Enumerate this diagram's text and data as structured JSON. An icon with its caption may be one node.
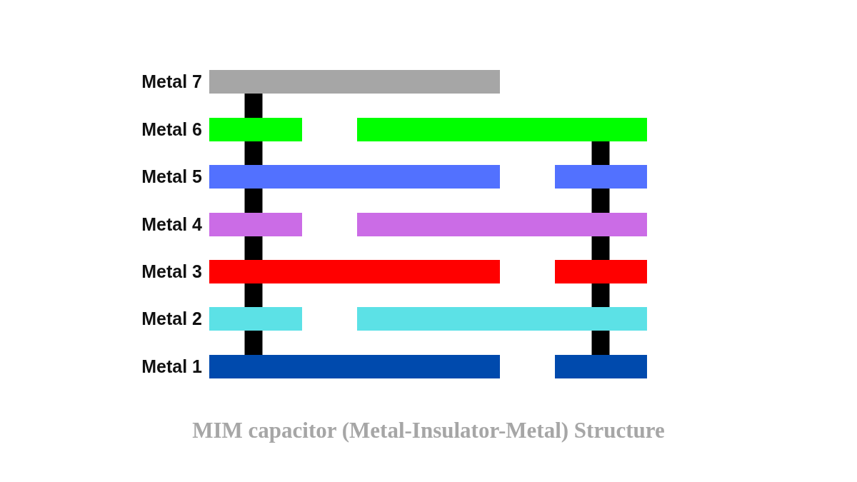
{
  "diagram": {
    "caption": "MIM capacitor (Metal-Insulator-Metal) Structure",
    "nodes": [
      {
        "text": [],
        "shape": "bar",
        "beside": [
          "Metal 7"
        ]
      },
      {
        "text": [],
        "shape": "bar",
        "beside": [
          "Metal 6"
        ]
      },
      {
        "text": [],
        "shape": "bar"
      },
      {
        "text": [],
        "shape": "bar",
        "beside": [
          "Metal 5"
        ]
      },
      {
        "text": [],
        "shape": "bar"
      },
      {
        "text": [],
        "shape": "bar",
        "beside": [
          "Metal 4"
        ]
      },
      {
        "text": [],
        "shape": "bar"
      },
      {
        "text": [],
        "shape": "bar",
        "beside": [
          "Metal 3"
        ]
      },
      {
        "text": [],
        "shape": "bar"
      },
      {
        "text": [],
        "shape": "bar",
        "beside": [
          "Metal 2"
        ]
      },
      {
        "text": [],
        "shape": "bar"
      },
      {
        "text": [],
        "shape": "bar",
        "beside": [
          "Metal 1"
        ]
      },
      {
        "text": [],
        "shape": "bar"
      }
    ],
    "edges": [
      {
        "from": 0,
        "to": 1,
        "arrow": "none"
      },
      {
        "from": 1,
        "to": 3,
        "arrow": "none"
      },
      {
        "from": 3,
        "to": 5,
        "arrow": "none"
      },
      {
        "from": 5,
        "to": 7,
        "arrow": "none"
      },
      {
        "from": 7,
        "to": 9,
        "arrow": "none"
      },
      {
        "from": 9,
        "to": 11,
        "arrow": "none"
      },
      {
        "from": 2,
        "to": 4,
        "arrow": "none"
      },
      {
        "from": 4,
        "to": 6,
        "arrow": "none"
      },
      {
        "from": 6,
        "to": 8,
        "arrow": "none"
      },
      {
        "from": 8,
        "to": 10,
        "arrow": "none"
      },
      {
        "from": 10,
        "to": 12,
        "arrow": "none"
      }
    ]
  }
}
